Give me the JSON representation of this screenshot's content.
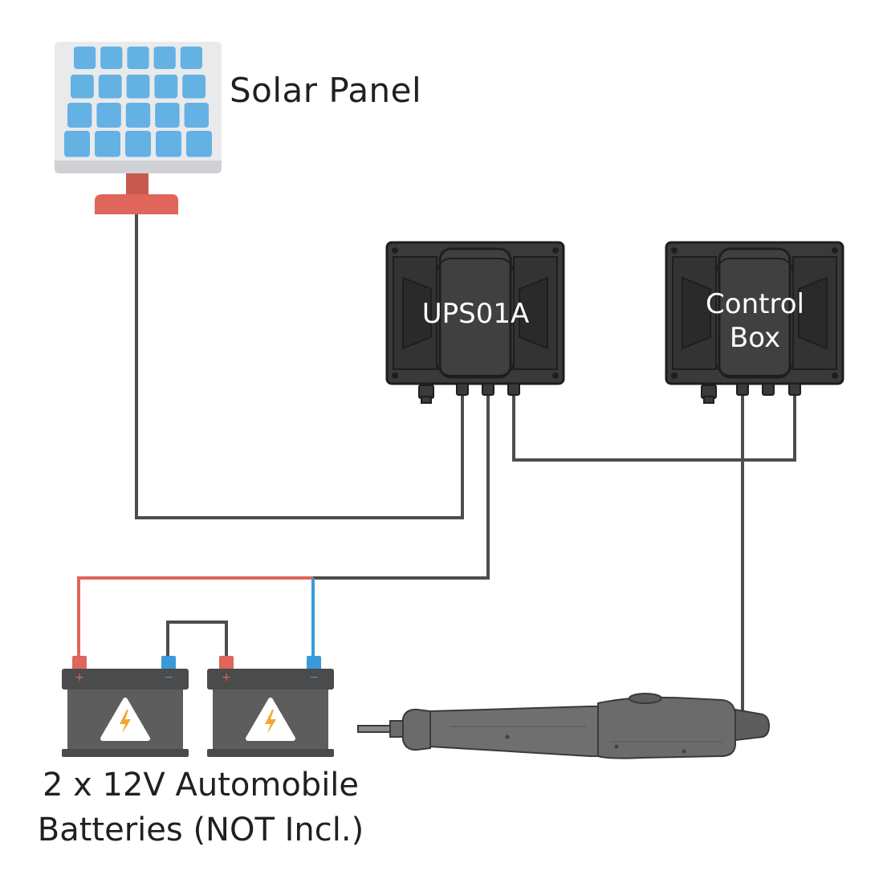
{
  "labels": {
    "solar_panel": "Solar Panel",
    "ups": "UPS01A",
    "control_box_line1": "Control",
    "control_box_line2": "Box",
    "batteries_line1": "2 x 12V Automobile",
    "batteries_line2": "Batteries (NOT Incl.)"
  },
  "battery_terminals": {
    "positive": "+",
    "negative": "−"
  },
  "icons": [
    "solar-panel-icon",
    "junction-box-icon",
    "battery-icon",
    "high-voltage-warning-icon",
    "linear-actuator-icon"
  ],
  "colors": {
    "panel_cell": "#64b1e4",
    "panel_frame": "#e9eaec",
    "mount": "#e0655a",
    "box": "#3a3a3a",
    "wire": "#4d4d4d",
    "wire_positive": "#e0655a",
    "wire_negative": "#3a9ad9",
    "battery": "#5d5d5d",
    "warning": "#f0a830",
    "actuator": "#6b6b6b"
  }
}
